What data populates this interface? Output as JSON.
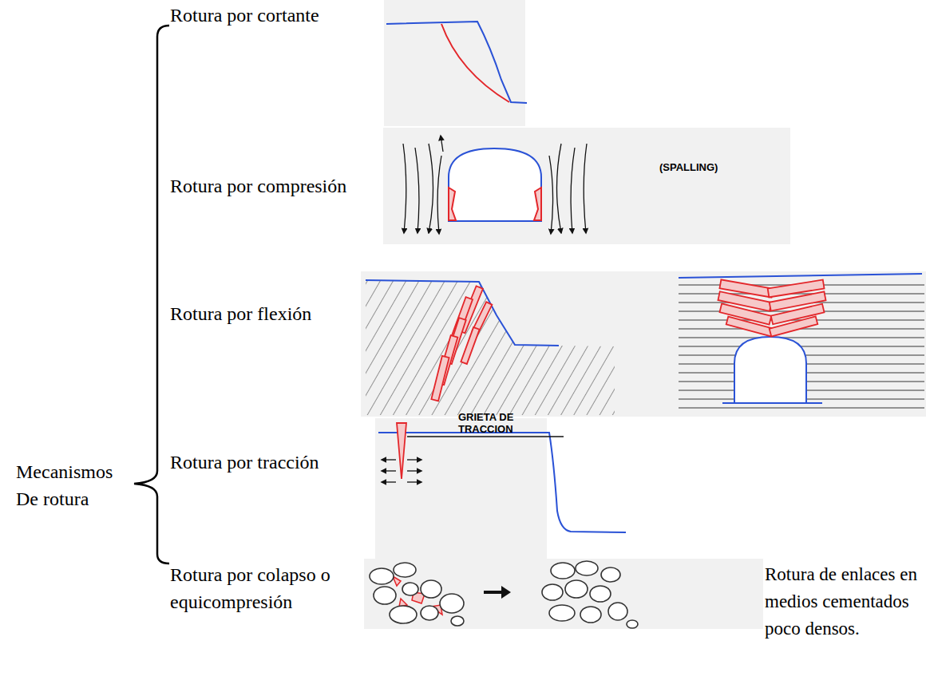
{
  "diagram": {
    "labels": [
      "Rotura por cortante",
      "Rotura por compresión",
      "(SPALLING)",
      "Rotura por flexión",
      "Rotura por tracción",
      "GRIETA DE TRACCION",
      "Mecanismos De rotura",
      "Rotura por colapso o equicompresión",
      "Rotura de enlaces en medios cementados poco densos."
    ]
  }
}
